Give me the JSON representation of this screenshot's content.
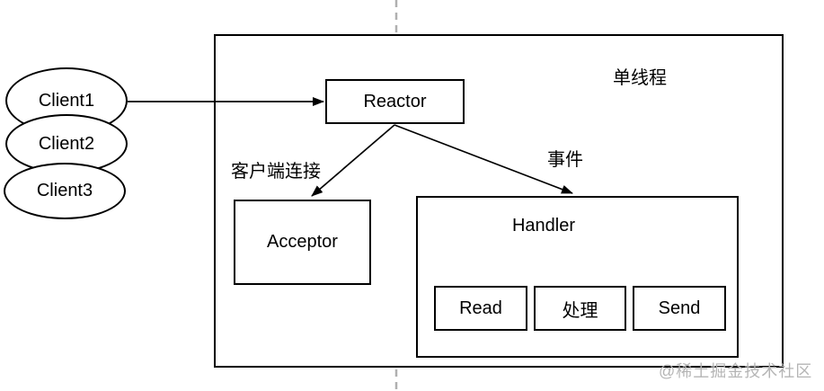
{
  "clients": {
    "items": [
      {
        "label": "Client1"
      },
      {
        "label": "Client2"
      },
      {
        "label": "Client3"
      }
    ]
  },
  "container": {
    "label": "单线程"
  },
  "nodes": {
    "reactor": {
      "label": "Reactor"
    },
    "acceptor": {
      "label": "Acceptor"
    },
    "handler": {
      "label": "Handler"
    },
    "steps": [
      {
        "label": "Read"
      },
      {
        "label": "处理"
      },
      {
        "label": "Send"
      }
    ]
  },
  "edges": {
    "reactor_to_acceptor": {
      "label": "客户端连接"
    },
    "reactor_to_handler": {
      "label": "事件"
    }
  },
  "watermark": {
    "label": "@稀土掘金技术社区"
  },
  "colors": {
    "stroke": "#000000",
    "canvas": "#ffffff",
    "guide_line": "#b0b0b0",
    "watermark_text": "#b5b5b5"
  }
}
